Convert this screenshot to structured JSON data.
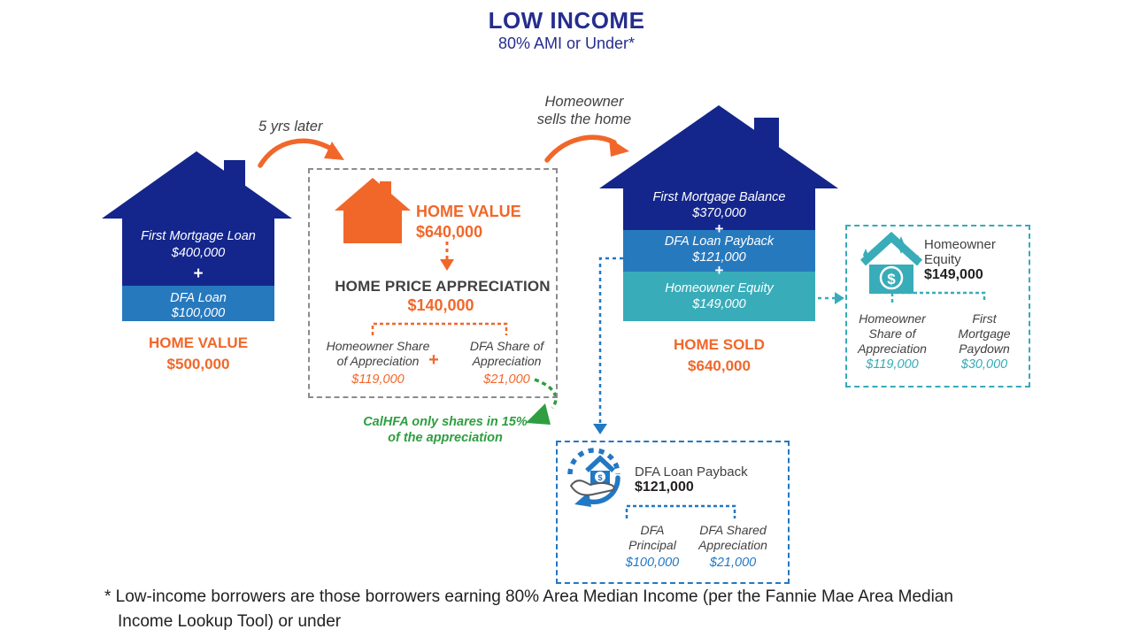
{
  "header": {
    "title": "LOW INCOME",
    "subtitle": "80% AMI or Under*"
  },
  "glyphs": {
    "plus": "+",
    "dollar": "$"
  },
  "colors": {
    "navy": "#14268c",
    "medium_blue": "#2779be",
    "teal": "#39acb9",
    "orange": "#f1672a",
    "green": "#2f9e41",
    "dashed_blue": "#2178c4",
    "dark_gray_text": "#414042",
    "header_navy": "#252d8e"
  },
  "left_house": {
    "segments": [
      {
        "label": "First Mortgage Loan",
        "amount": "$400,000"
      },
      {
        "label": "DFA Loan",
        "amount": "$100,000"
      }
    ],
    "caption_label": "HOME VALUE",
    "caption_amount": "$500,000"
  },
  "transition_first": {
    "label": "5 yrs later"
  },
  "transition_second": {
    "line1": "Homeowner",
    "line2": "sells the home"
  },
  "appreciation_box": {
    "home_value_label": "HOME VALUE",
    "home_value_amount": "$640,000",
    "price_appreciation_label": "HOME PRICE APPRECIATION",
    "price_appreciation_amount": "$140,000",
    "homeowner_share_line1": "Homeowner Share",
    "homeowner_share_line2": "of Appreciation",
    "homeowner_share_amount": "$119,000",
    "dfa_share_line1": "DFA Share of",
    "dfa_share_line2": "Appreciation",
    "dfa_share_amount": "$21,000",
    "note_line1": "CalHFA only shares in 15%",
    "note_line2": "of the appreciation"
  },
  "sold_house": {
    "segments": [
      {
        "label": "First Mortgage Balance",
        "amount": "$370,000"
      },
      {
        "label": "DFA Loan Payback",
        "amount": "$121,000"
      },
      {
        "label": "Homeowner Equity",
        "amount": "$149,000"
      }
    ],
    "caption_label": "HOME SOLD",
    "caption_amount": "$640,000"
  },
  "equity_box": {
    "title_line1": "Homeowner",
    "title_line2": "Equity",
    "amount": "$149,000",
    "left_line1": "Homeowner",
    "left_line2": "Share of",
    "left_line3": "Appreciation",
    "left_amount": "$119,000",
    "right_line1": "First",
    "right_line2": "Mortgage",
    "right_line3": "Paydown",
    "right_amount": "$30,000"
  },
  "payback_box": {
    "title": "DFA Loan Payback",
    "amount": "$121,000",
    "left_line1": "DFA",
    "left_line2": "Principal",
    "left_amount": "$100,000",
    "right_line1": "DFA Shared",
    "right_line2": "Appreciation",
    "right_amount": "$21,000"
  },
  "footnote": {
    "line1": "* Low-income borrowers are those borrowers earning 80% Area Median Income (per the Fannie Mae Area Median",
    "line2": "Income Lookup Tool) or under"
  }
}
